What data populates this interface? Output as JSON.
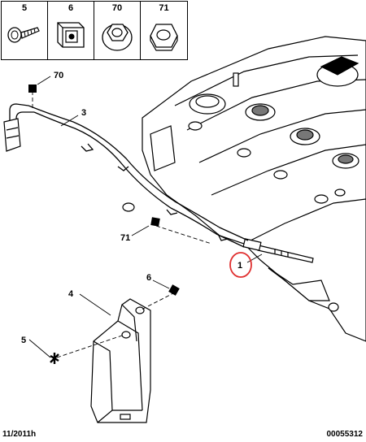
{
  "legend": [
    {
      "number": "5",
      "icon": "screw-icon"
    },
    {
      "number": "6",
      "icon": "clip-nut-icon"
    },
    {
      "number": "70",
      "icon": "flanged-nut-icon"
    },
    {
      "number": "71",
      "icon": "hex-nut-icon"
    }
  ],
  "callouts": {
    "c70": "70",
    "c3": "3",
    "c71": "71",
    "c1": "1",
    "c6": "6",
    "c4": "4",
    "c5": "5"
  },
  "highlight_color": "#e03030",
  "footer": {
    "date": "11/2011h",
    "code": "00055312"
  }
}
